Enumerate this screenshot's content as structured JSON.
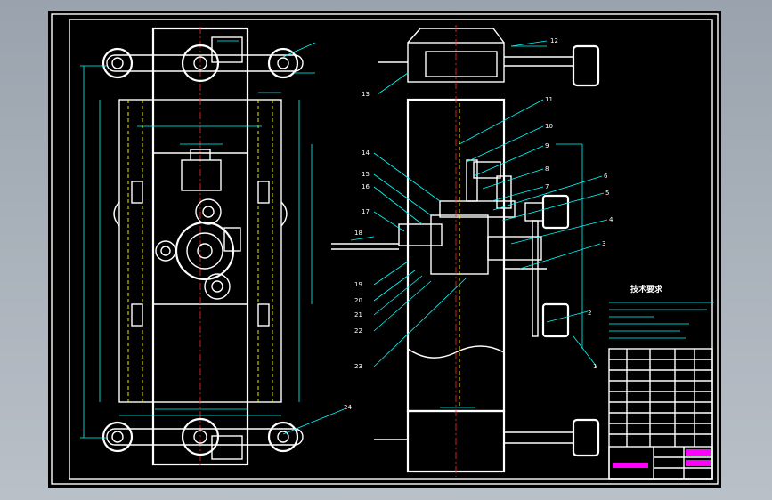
{
  "colors": {
    "background": "#000000",
    "outline": "#ffffff",
    "dimension": "#00ffff",
    "hidden_line": "#ffff00",
    "center_line": "#ff2a2a",
    "title_highlight": "#ff00ff"
  },
  "leaders": {
    "l1": "1",
    "l2": "2",
    "l3": "3",
    "l4": "4",
    "l5": "5",
    "l6": "6",
    "l7": "7",
    "l8": "8",
    "l9": "9",
    "l10": "10",
    "l11": "11",
    "l12": "12",
    "l13": "13",
    "l14": "14",
    "l15": "15",
    "l16": "16",
    "l17": "17",
    "l18": "18",
    "l19": "19",
    "l20": "20",
    "l21": "21",
    "l22": "22",
    "l23": "23",
    "l24": "24"
  },
  "notes": {
    "title": "技术要求"
  }
}
